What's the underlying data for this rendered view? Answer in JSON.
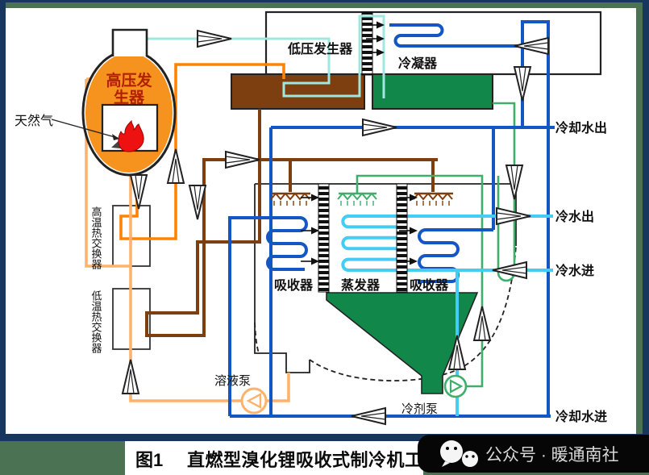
{
  "labels": {
    "hpg_line1": "高压发",
    "hpg_line2": "生器",
    "natural_gas": "天然气",
    "lpg": "低压发生器",
    "condenser": "冷凝器",
    "htx": "高温热交换器",
    "ltx": "低温热交换器",
    "absorber_left": "吸收器",
    "evaporator": "蒸发器",
    "absorber_right": "吸收器",
    "solution_pump": "溶液泵",
    "refrigerant_pump": "冷剂泵",
    "cooling_water_out": "冷却水出",
    "chilled_water_out": "冷水出",
    "chilled_water_in": "冷水进",
    "cooling_water_in": "冷却水进"
  },
  "caption": {
    "figure_no": "图1",
    "title": "直燃型溴化锂吸收式制冷机工"
  },
  "watermark": {
    "account": "公众号 · 暖通南社"
  },
  "colors": {
    "border_navy": "#17375E",
    "border_green": "#4A7253",
    "generator_fill": "#F6921E",
    "hpg_text": "#B22000",
    "flame": "#EE1111",
    "orange_line": "#FF8300",
    "light_orange_line": "#FFB26B",
    "brown_line": "#7E3F10",
    "pool_brown": "#7E3F10",
    "pool_green": "#12874A",
    "refrigerant_green": "#3FAE6B",
    "cooling_water_blue": "#1457C4",
    "chilled_water_blue": "#45CCF5",
    "vapor_cyan": "#9FE8E0",
    "watermark_bg": "#060606",
    "watermark_text": "#D8D8D8"
  }
}
